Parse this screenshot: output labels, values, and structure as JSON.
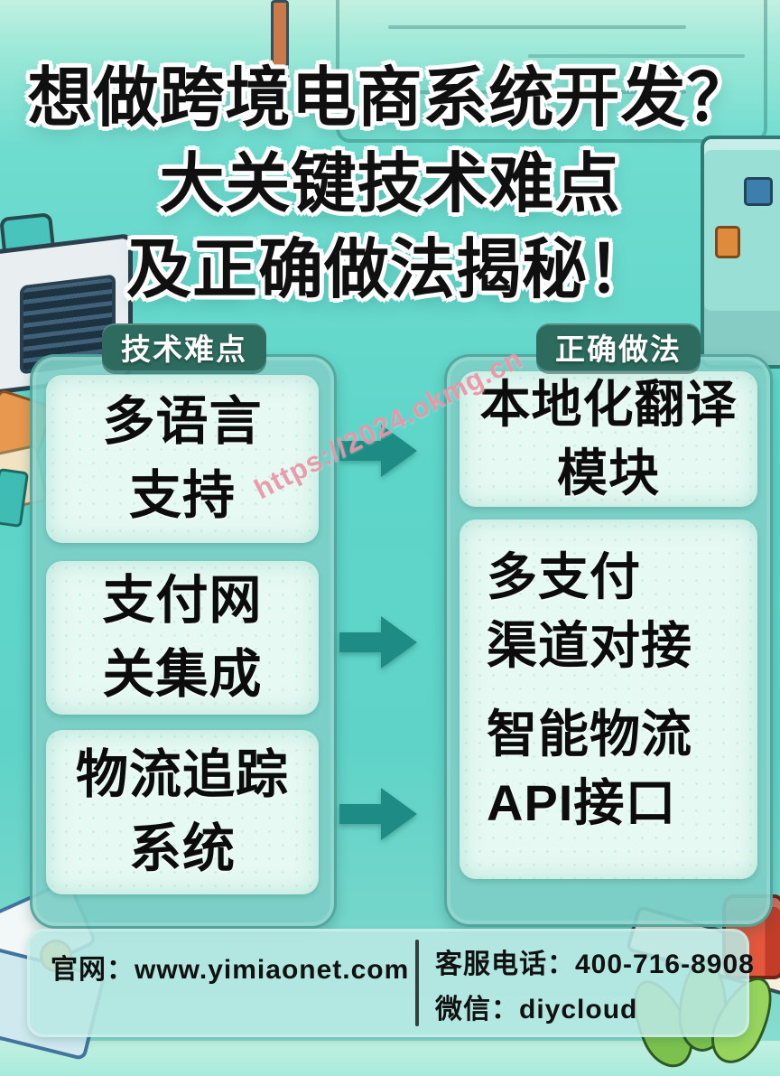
{
  "poster": {
    "title_lines": [
      "想做跨境电商系统开发？",
      "大关键技术难点",
      "及正确做法揭秘！"
    ],
    "watermark": "https://2024.okmg.cn"
  },
  "left_column": {
    "badge": "技术难点",
    "items": [
      {
        "line1": "多语言",
        "line2": "支持"
      },
      {
        "line1": "支付网",
        "line2": "关集成"
      },
      {
        "line1": "物流追踪",
        "line2": "系统"
      }
    ]
  },
  "right_column": {
    "badge": "正确做法",
    "items": [
      {
        "line1": "本地化翻译",
        "line2": "模块"
      },
      {
        "line1": "多支付",
        "line2": "渠道对接"
      },
      {
        "line1": "智能物流",
        "line2": "API接口"
      }
    ]
  },
  "footer": {
    "website_label": "官网：",
    "website_value": "www.yimiaonet.com",
    "phone_label": "客服电话：",
    "phone_value": "400-716-8908",
    "wechat_label": "微信：",
    "wechat_value": "diycloud"
  },
  "colors": {
    "background_turquoise": "#5ed5c9",
    "panel_teal": "#7dcec6",
    "card_mint": "#e6f9f2",
    "badge_dark_green": "#2d6b5e",
    "arrow_teal": "#1e8b84",
    "title_black": "#101010",
    "watermark_pink": "#e894a5",
    "footer_bar": "#bae8e4"
  }
}
